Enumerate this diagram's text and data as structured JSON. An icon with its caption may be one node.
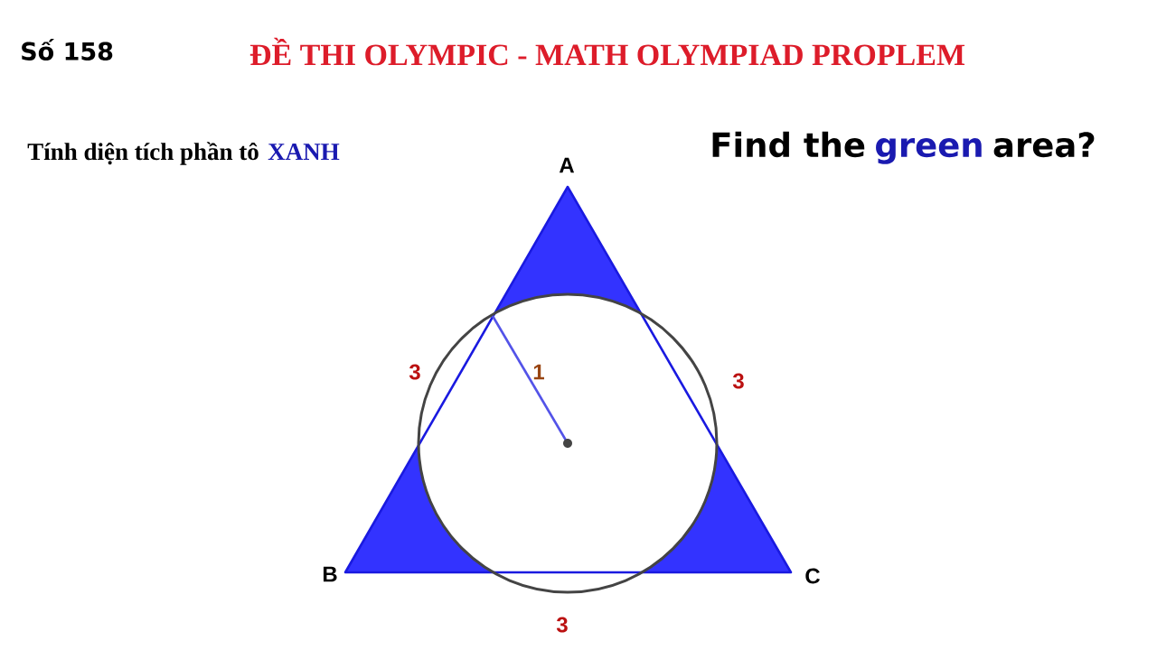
{
  "diagram": {
    "title": "ĐỀ THI OLYMPIC - MATH OLYMPIAD PROPLEM",
    "labels": [
      "Số 158",
      "Tính diện tích phần tô",
      "XANH",
      "Find the",
      "green",
      "area?",
      "A",
      "3",
      "1",
      "3",
      "B",
      "C",
      "3"
    ]
  }
}
